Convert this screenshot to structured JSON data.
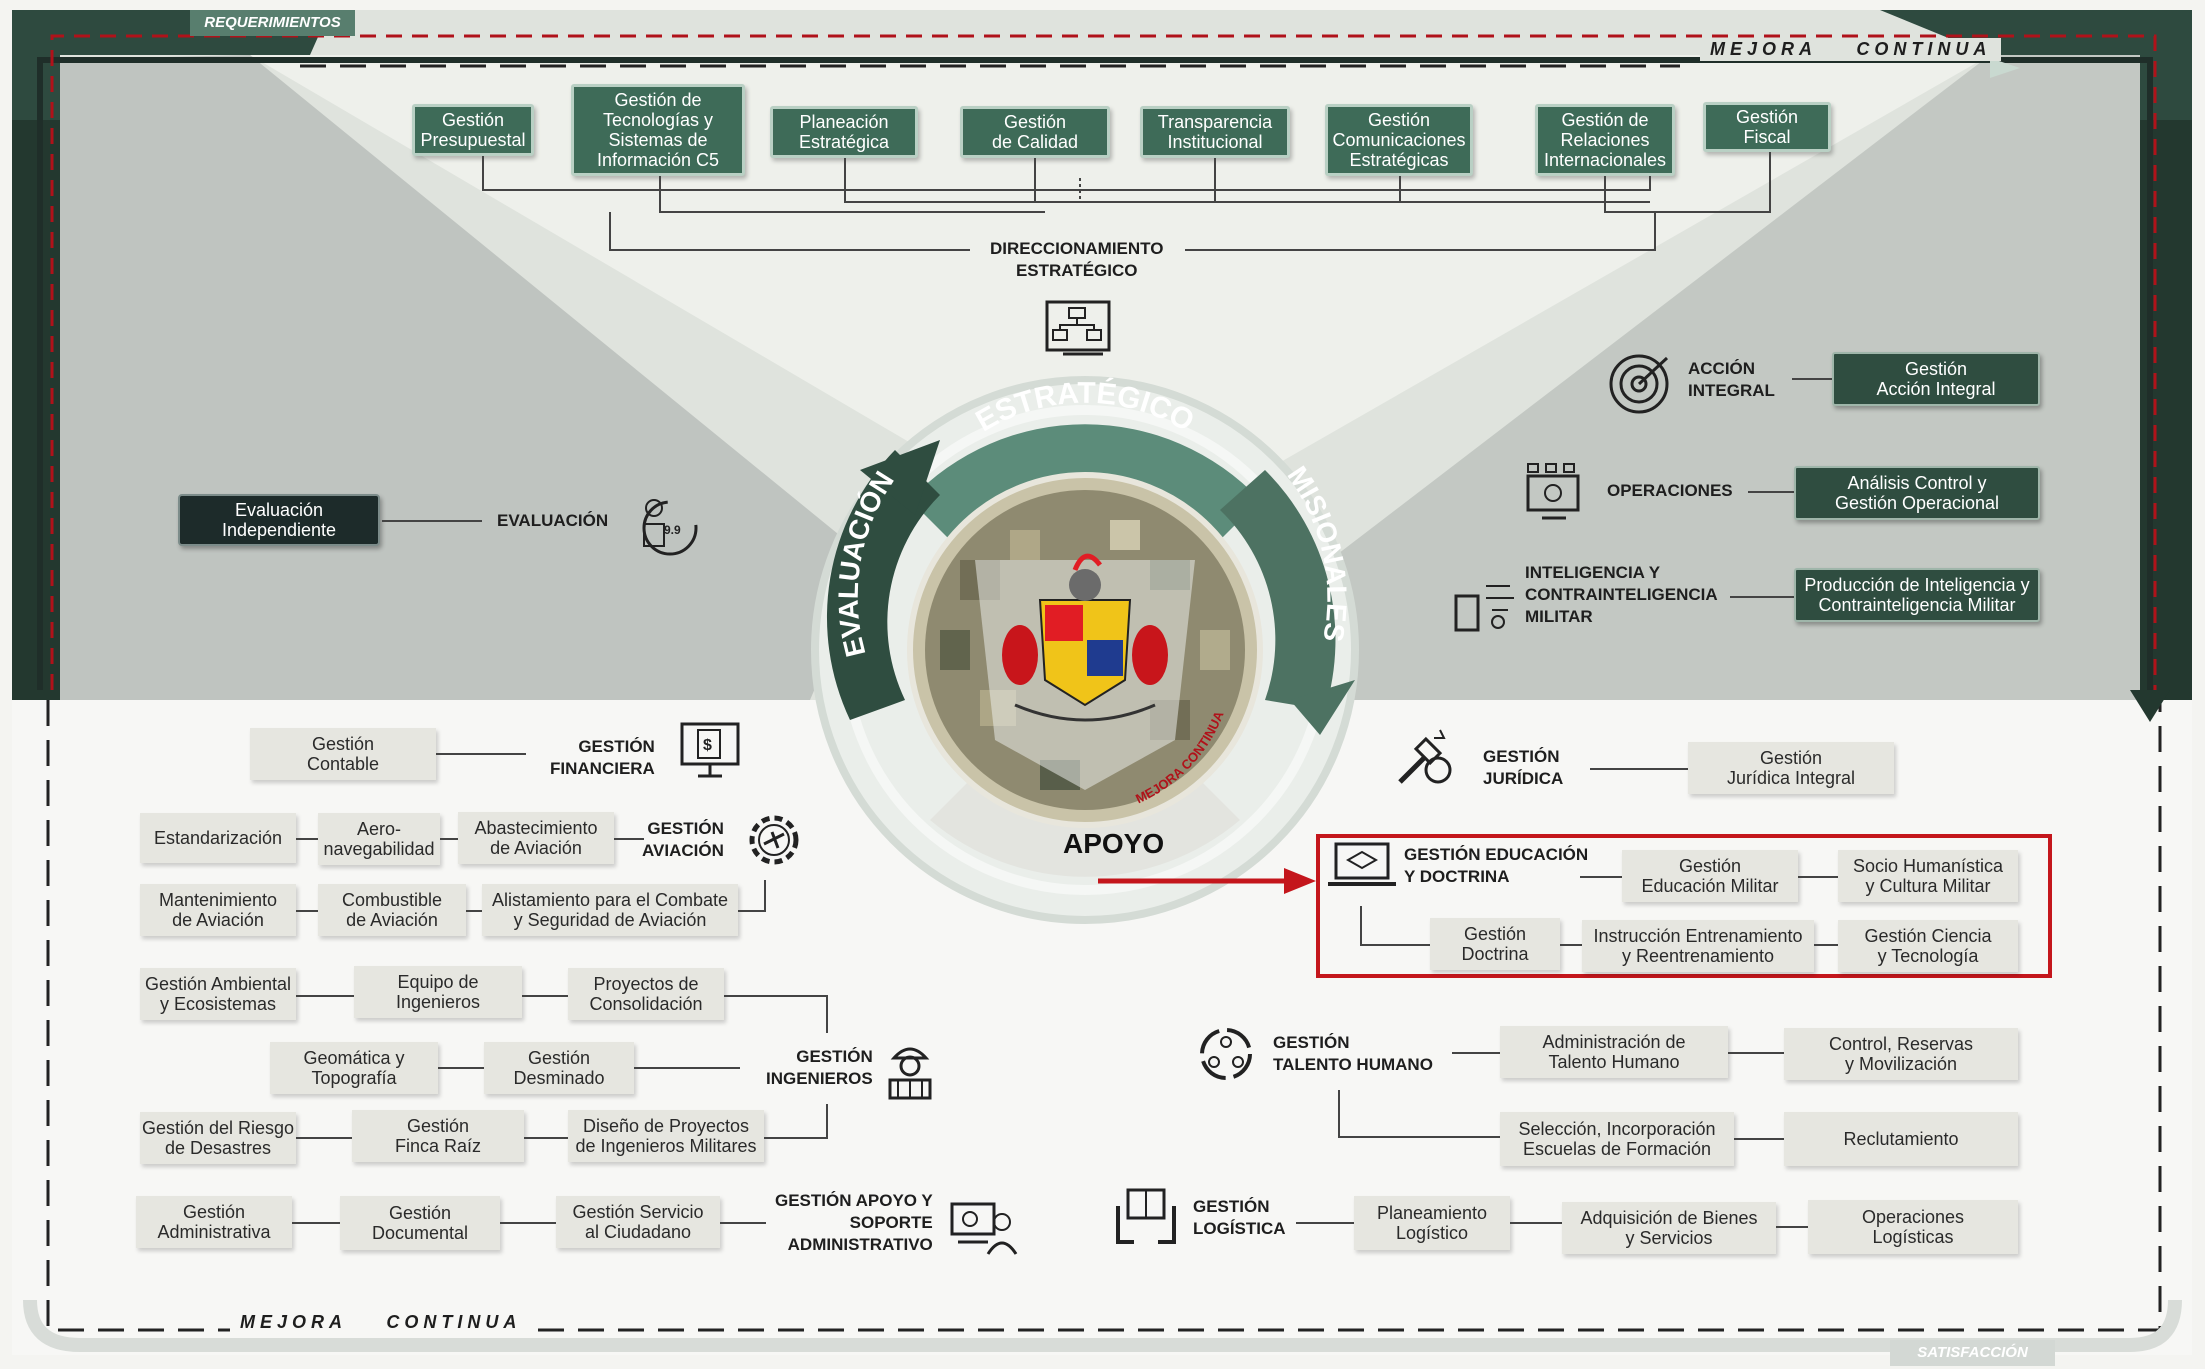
{
  "frame": {
    "top_tag": "REQUERIMIENTOS",
    "bottom_tag": "SATISFACCIÓN",
    "mejora_top": "MEJORA    CONTINUA",
    "mejora_bottom": "MEJORA    CONTINUA"
  },
  "center": {
    "estrategico": "ESTRATÉGICO",
    "evaluacion": "EVALUACIÓN",
    "misionales": "MISIONALES",
    "apoyo": "APOYO",
    "mejora_continua": "MEJORA CONTINUA"
  },
  "strategic": {
    "title": "DIRECCIONAMIENTO\nESTRATÉGICO",
    "boxes": [
      "Gestión\nPresupuestal",
      "Gestión de\nTecnologías y\nSistemas de\nInformación C5",
      "Planeación\nEstratégica",
      "Gestión\nde Calidad",
      "Transparencia\nInstitucional",
      "Gestión\nComunicaciones\nEstratégicas",
      "Gestión de\nRelaciones\nInternacionales",
      "Gestión\nFiscal"
    ]
  },
  "evaluation": {
    "title": "EVALUACIÓN",
    "box": "Evaluación\nIndependiente"
  },
  "missional": {
    "accion_title": "ACCIÓN\nINTEGRAL",
    "accion_box": "Gestión\nAcción Integral",
    "operaciones_title": "OPERACIONES",
    "operaciones_box": "Análisis Control y\nGestión Operacional",
    "inteligencia_title": "INTELIGENCIA Y\nCONTRAINTELIGENCIA\nMILITAR",
    "inteligencia_box": "Producción de Inteligencia y\nContrainteligencia Militar"
  },
  "support_left": {
    "financiera_title": "GESTIÓN\nFINANCIERA",
    "contable": "Gestión\nContable",
    "aviacion_title": "GESTIÓN\nAVIACIÓN",
    "aviacion_boxes": [
      "Estandarización",
      "Aero-\nnavegabilidad",
      "Abastecimiento\nde Aviación",
      "Mantenimiento\nde Aviación",
      "Combustible\nde Aviación",
      "Alistamiento para el Combate\ny Seguridad de Aviación"
    ],
    "ingenieros_title": "GESTIÓN\nINGENIEROS",
    "ingenieros_boxes": [
      "Gestión Ambiental\ny Ecosistemas",
      "Equipo de\nIngenieros",
      "Proyectos de\nConsolidación",
      "Geomática y\nTopografía",
      "Gestión\nDesminado",
      "Gestión del Riesgo\nde Desastres",
      "Gestión\nFinca Raíz",
      "Diseño de Proyectos\nde Ingenieros Militares"
    ],
    "apoyo_title": "GESTIÓN APOYO Y\nSOPORTE\nADMINISTRATIVO",
    "apoyo_boxes": [
      "Gestión\nAdministrativa",
      "Gestión\nDocumental",
      "Gestión Servicio\nal Ciudadano"
    ]
  },
  "support_right": {
    "juridica_title": "GESTIÓN\nJURÍDICA",
    "juridica_box": "Gestión\nJurídica Integral",
    "educacion_title": "GESTIÓN EDUCACIÓN\nY DOCTRINA",
    "educacion_boxes": [
      "Gestión\nEducación Militar",
      "Socio Humanística\ny Cultura Militar",
      "Gestión\nDoctrina",
      "Instrucción Entrenamiento\ny Reentrenamiento",
      "Gestión Ciencia\ny Tecnología"
    ],
    "talento_title": "GESTIÓN\nTALENTO HUMANO",
    "talento_boxes": [
      "Administración de\nTalento Humano",
      "Control, Reservas\ny Movilización",
      "Selección, Incorporación\nEscuelas de Formación",
      "Reclutamiento"
    ],
    "logistica_title": "GESTIÓN\nLOGÍSTICA",
    "logistica_boxes": [
      "Planeamiento\nLogístico",
      "Adquisición de Bienes\ny Servicios",
      "Operaciones\nLogísticas"
    ]
  },
  "colors": {
    "dark_green": "#2f4d40",
    "mid_green": "#3e6b58",
    "highlight_red": "#c4161c",
    "dash_red": "#b0121a"
  }
}
